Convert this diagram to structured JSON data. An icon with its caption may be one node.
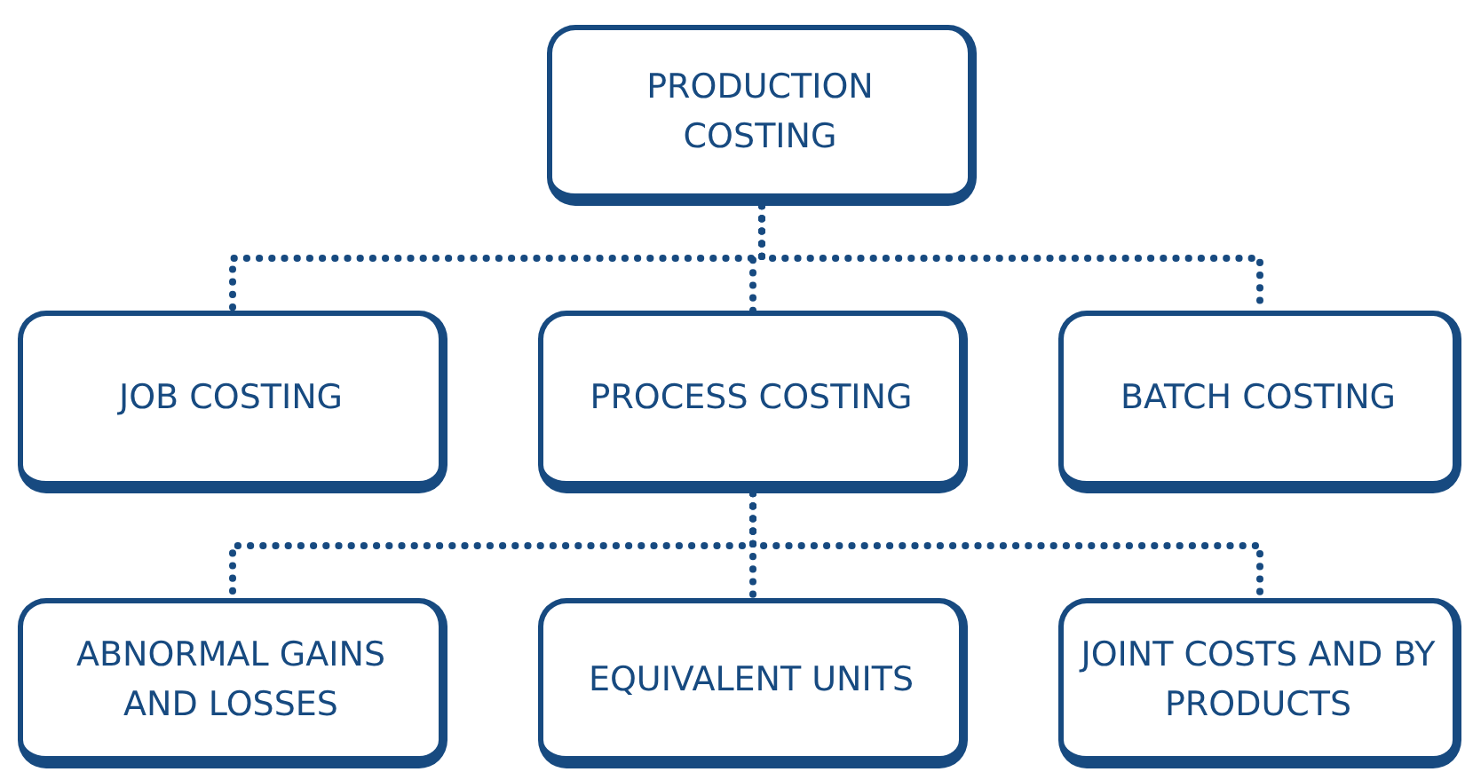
{
  "diagram": {
    "nodes": [
      {
        "text": [
          "PRODUCTION COSTING"
        ]
      },
      {
        "text": [
          "JOB COSTING"
        ]
      },
      {
        "text": [
          "PROCESS COSTING"
        ]
      },
      {
        "text": [
          "BATCH COSTING"
        ]
      },
      {
        "text": [
          "ABNORMAL GAINS AND LOSSES"
        ]
      },
      {
        "text": [
          "EQUIVALENT UNITS"
        ]
      },
      {
        "text": [
          "JOINT COSTS AND BY PRODUCTS"
        ]
      }
    ],
    "edges": [
      {
        "from": 0,
        "to": 1,
        "arrow": "none",
        "style": "dashed"
      },
      {
        "from": 0,
        "to": 2,
        "arrow": "none",
        "style": "dashed"
      },
      {
        "from": 0,
        "to": 3,
        "arrow": "none",
        "style": "dashed"
      },
      {
        "from": 2,
        "to": 4,
        "arrow": "none",
        "style": "dashed"
      },
      {
        "from": 2,
        "to": 5,
        "arrow": "none",
        "style": "dashed"
      },
      {
        "from": 2,
        "to": 6,
        "arrow": "none",
        "style": "dashed"
      }
    ]
  }
}
